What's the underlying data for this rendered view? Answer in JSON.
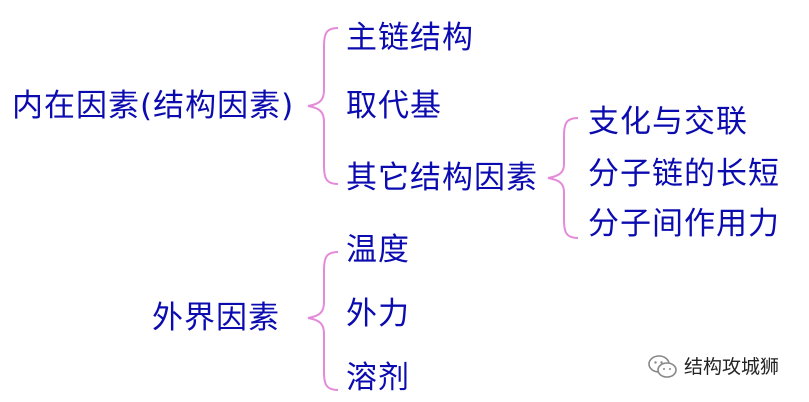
{
  "diagram": {
    "left_roots": [
      {
        "id": "intrinsic",
        "label": "内在因素(结构因素)"
      },
      {
        "id": "extrinsic",
        "label": "外界因素"
      }
    ],
    "intrinsic_children": [
      {
        "id": "main-chain",
        "label": "主链结构"
      },
      {
        "id": "substituent",
        "label": "取代基"
      },
      {
        "id": "other-structure",
        "label": "其它结构因素"
      }
    ],
    "other_structure_children": [
      {
        "id": "branch-crosslink",
        "label": "支化与交联"
      },
      {
        "id": "chain-length",
        "label": "分子链的长短"
      },
      {
        "id": "intermolecular-force",
        "label": "分子间作用力"
      }
    ],
    "extrinsic_children": [
      {
        "id": "temperature",
        "label": "温度"
      },
      {
        "id": "external-force",
        "label": "外力"
      },
      {
        "id": "solvent",
        "label": "溶剂"
      }
    ],
    "brace_color": "#e58ad8",
    "text_color": "#0b0bb0"
  },
  "watermark": {
    "text": "结构攻城狮",
    "icon": "wechat-icon"
  }
}
